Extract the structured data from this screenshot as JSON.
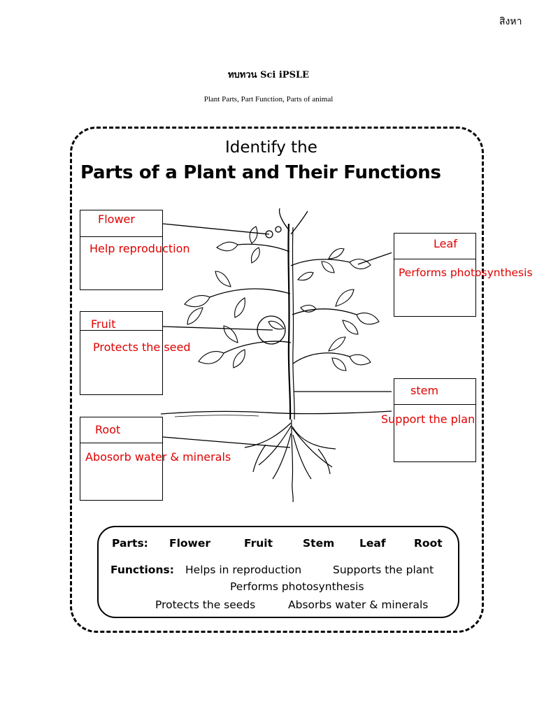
{
  "header": {
    "author": "สิงหา",
    "title": "ทบทวน Sci iPSLE",
    "subtitle": "Plant Parts, Part Function, Parts of animal"
  },
  "worksheet": {
    "title_line1": "Identify the",
    "title_line2": "Parts of a Plant and Their Functions"
  },
  "answers": {
    "flower": {
      "part": "Flower",
      "function": "Help reproduction"
    },
    "fruit": {
      "part": "Fruit",
      "function": "Protects the seed"
    },
    "root": {
      "part": "Root",
      "function": "Abosorb water & minerals"
    },
    "leaf": {
      "part": "Leaf",
      "function": "Performs photosynthesis"
    },
    "stem": {
      "part": "stem",
      "function": "Support the plan"
    }
  },
  "word_bank": {
    "parts_label": "Parts:",
    "parts": [
      "Flower",
      "Fruit",
      "Stem",
      "Leaf",
      "Root"
    ],
    "functions_label": "Functions:",
    "functions": [
      "Helps in reproduction",
      "Supports the plant",
      "Performs photosynthesis",
      "Protects the seeds",
      "Absorbs water & minerals"
    ]
  },
  "colors": {
    "answer_text": "#e00000",
    "ink": "#000000"
  }
}
